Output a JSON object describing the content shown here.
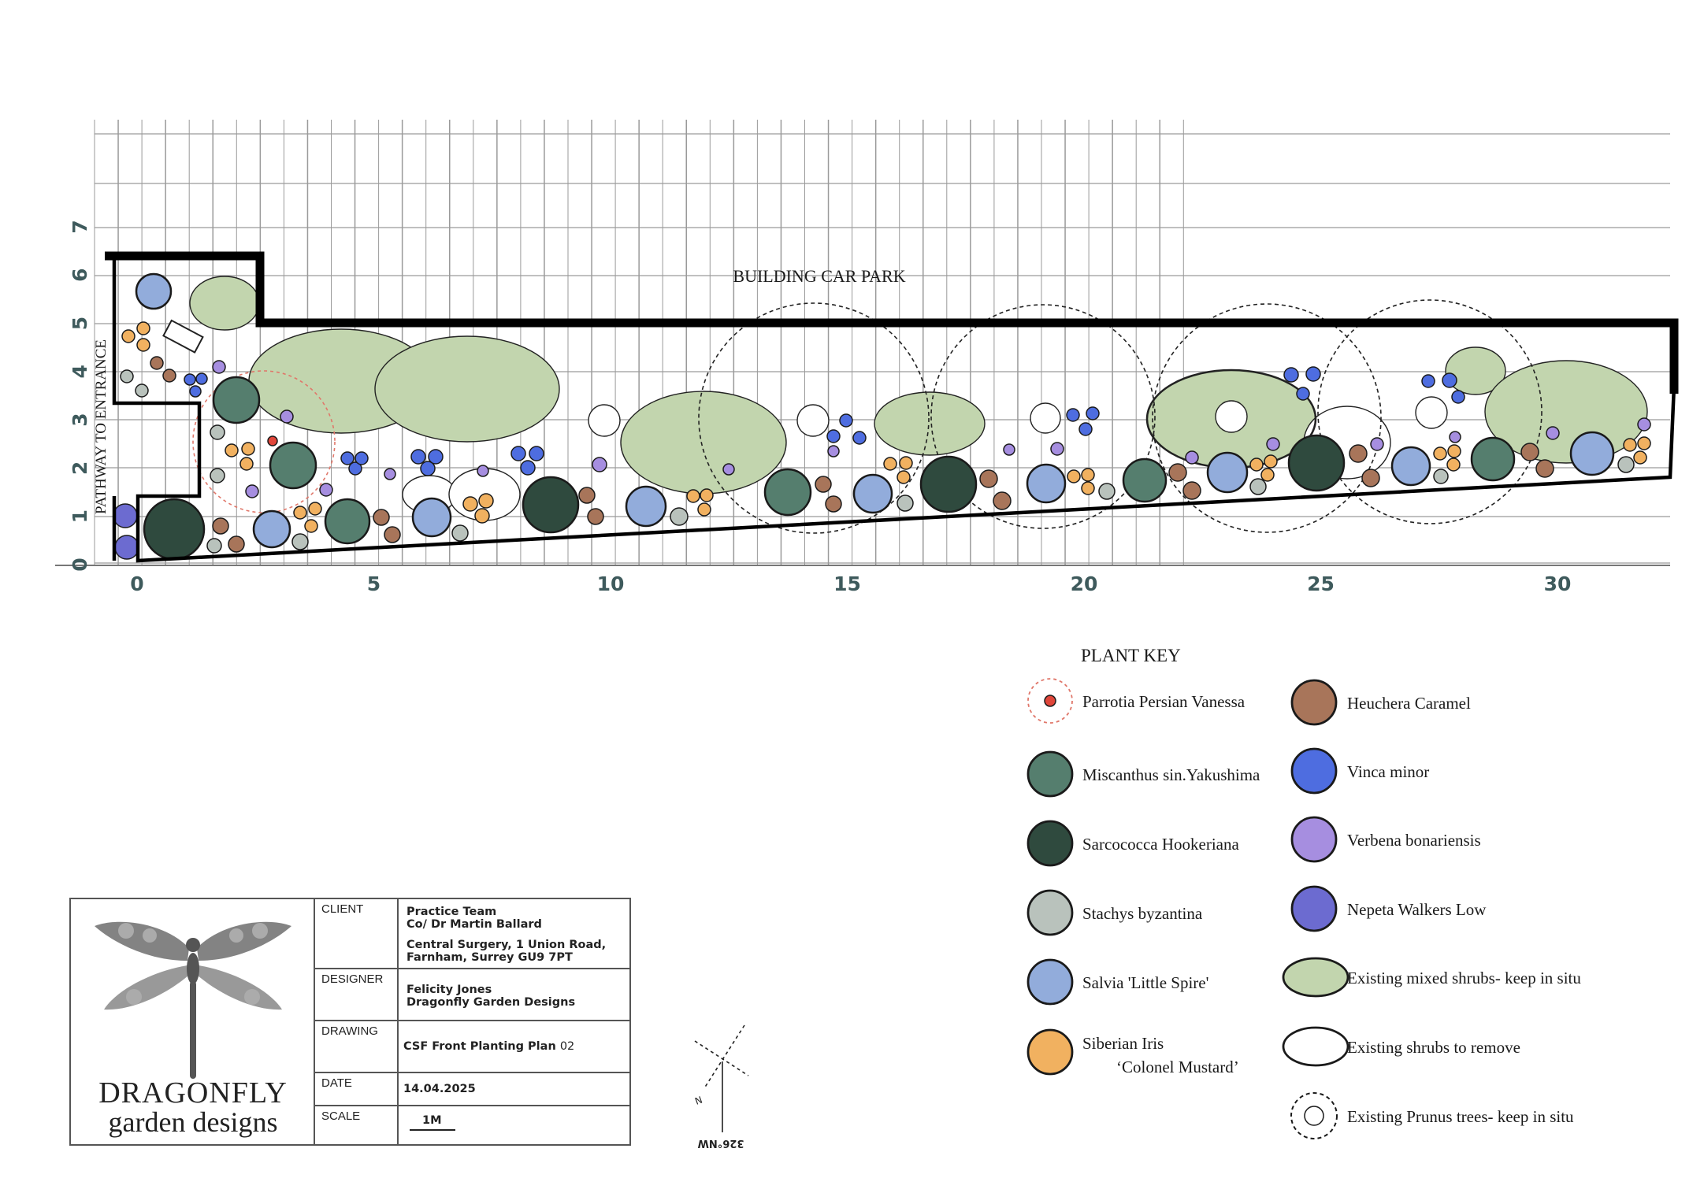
{
  "plan": {
    "area_label": "BUILDING CAR PARK",
    "side_label": "PATHWAY TO ENTRANCE",
    "x_ticks": [
      "0",
      "5",
      "10",
      "15",
      "20",
      "25",
      "30"
    ],
    "y_ticks": [
      "0",
      "1",
      "2",
      "3",
      "4",
      "5",
      "6",
      "7"
    ]
  },
  "key": {
    "title": "PLANT KEY",
    "items": [
      {
        "label": "Parrotia Persian Vanessa",
        "symbol": "parrotia",
        "color": "#e0463a"
      },
      {
        "label": "Miscanthus sin.Yakushima",
        "symbol": "fill",
        "color": "#557e6e"
      },
      {
        "label": "Sarcococca Hookeriana",
        "symbol": "fill",
        "color": "#2f4a3e"
      },
      {
        "label": "Stachys byzantina",
        "symbol": "fill",
        "color": "#b9c2bc"
      },
      {
        "label": "Salvia 'Little Spire'",
        "symbol": "fill",
        "color": "#92acdb"
      },
      {
        "label": "Siberian Iris",
        "label2": "‘Colonel Mustard’",
        "symbol": "fill",
        "color": "#f1b160"
      },
      {
        "label": "Heuchera Caramel",
        "symbol": "fill",
        "color": "#a8755a"
      },
      {
        "label": "Vinca minor",
        "symbol": "fill",
        "color": "#4e6de0"
      },
      {
        "label": "Verbena bonariensis",
        "symbol": "fill",
        "color": "#a68ee0"
      },
      {
        "label": "Nepeta Walkers Low",
        "symbol": "fill",
        "color": "#6c6bd0"
      },
      {
        "label": "Existing mixed shrubs- keep in situ",
        "symbol": "shrub",
        "color": "#c2d5ae"
      },
      {
        "label": "Existing shrubs to remove",
        "symbol": "remove",
        "color": "#ffffff"
      },
      {
        "label": "Existing Prunus trees- keep in situ",
        "symbol": "prunus",
        "color": "#ffffff"
      }
    ]
  },
  "titleblock": {
    "logo_line1": "DRAGONFLY",
    "logo_line2": "garden designs",
    "client_label": "CLIENT",
    "client_line1": "Practice Team",
    "client_line2": "Co/ Dr Martin Ballard",
    "client_line3": "Central Surgery, 1 Union Road,",
    "client_line4": "Farnham, Surrey GU9 7PT",
    "designer_label": "DESIGNER",
    "designer_line1": "Felicity Jones",
    "designer_line2": "Dragonfly Garden Designs",
    "drawing_label": "DRAWING",
    "drawing_value": "CSF Front Planting Plan",
    "drawing_number": "02",
    "date_label": "DATE",
    "date_value": "14.04.2025",
    "scale_label": "SCALE",
    "scale_value": "1M"
  },
  "compass": {
    "north": "N",
    "bearing": "326°NW"
  },
  "colors": {
    "grid": "#8a8a8a",
    "boundary": "#000000",
    "parrotia_ring": "#e0776a"
  }
}
